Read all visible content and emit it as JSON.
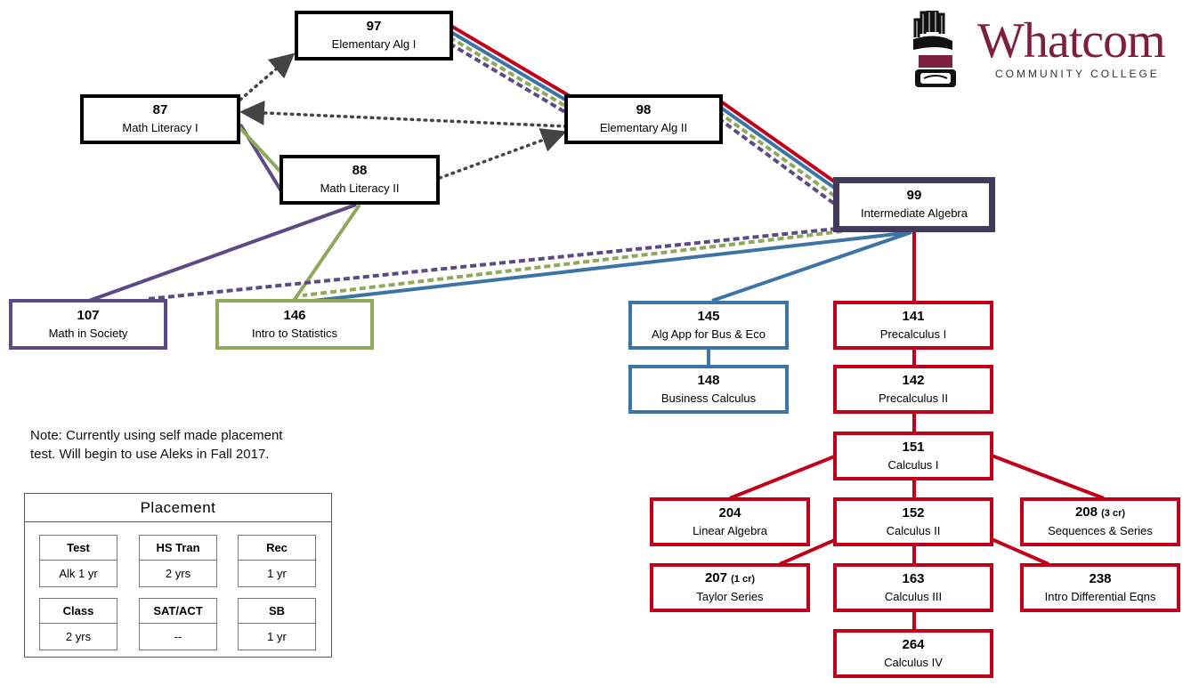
{
  "colors": {
    "black": "#000000",
    "red": "#c0001a",
    "blue": "#3d74a6",
    "green": "#8ea95a",
    "purple": "#5b4a84",
    "dark_purple": "#423a5a",
    "brand": "#7d1f3f"
  },
  "logo": {
    "word": "Whatcom",
    "sub": "COMMUNITY COLLEGE",
    "icon": "totem-mask-icon"
  },
  "courses": {
    "c97": {
      "num": "97",
      "name": "Elementary Alg I"
    },
    "c87": {
      "num": "87",
      "name": "Math Literacy I"
    },
    "c98": {
      "num": "98",
      "name": "Elementary Alg II"
    },
    "c88": {
      "num": "88",
      "name": "Math Literacy II"
    },
    "c99": {
      "num": "99",
      "name": "Intermediate Algebra"
    },
    "c107": {
      "num": "107",
      "name": "Math in Society"
    },
    "c146": {
      "num": "146",
      "name": "Intro to Statistics"
    },
    "c145": {
      "num": "145",
      "name": "Alg App for Bus & Eco"
    },
    "c148": {
      "num": "148",
      "name": "Business Calculus"
    },
    "c141": {
      "num": "141",
      "name": "Precalculus I"
    },
    "c142": {
      "num": "142",
      "name": "Precalculus II"
    },
    "c151": {
      "num": "151",
      "name": "Calculus I"
    },
    "c204": {
      "num": "204",
      "name": "Linear Algebra"
    },
    "c152": {
      "num": "152",
      "name": "Calculus II"
    },
    "c208": {
      "num": "208",
      "credit": "(3 cr)",
      "name": "Sequences & Series"
    },
    "c207": {
      "num": "207",
      "credit": "(1 cr)",
      "name": "Taylor Series"
    },
    "c163": {
      "num": "163",
      "name": "Calculus III"
    },
    "c238": {
      "num": "238",
      "name": "Intro Differential Eqns"
    },
    "c264": {
      "num": "264",
      "name": "Calculus IV"
    }
  },
  "note": "Note:  Currently using self made placement test.  Will begin to use Aleks in Fall 2017.",
  "placement": {
    "title": "Placement",
    "cells": [
      {
        "label": "Test",
        "value": "Alk 1 yr"
      },
      {
        "label": "HS Tran",
        "value": "2 yrs"
      },
      {
        "label": "Rec",
        "value": "1 yr"
      },
      {
        "label": "Class",
        "value": "2 yrs"
      },
      {
        "label": "SAT/ACT",
        "value": "--"
      },
      {
        "label": "SB",
        "value": "1 yr"
      }
    ]
  }
}
